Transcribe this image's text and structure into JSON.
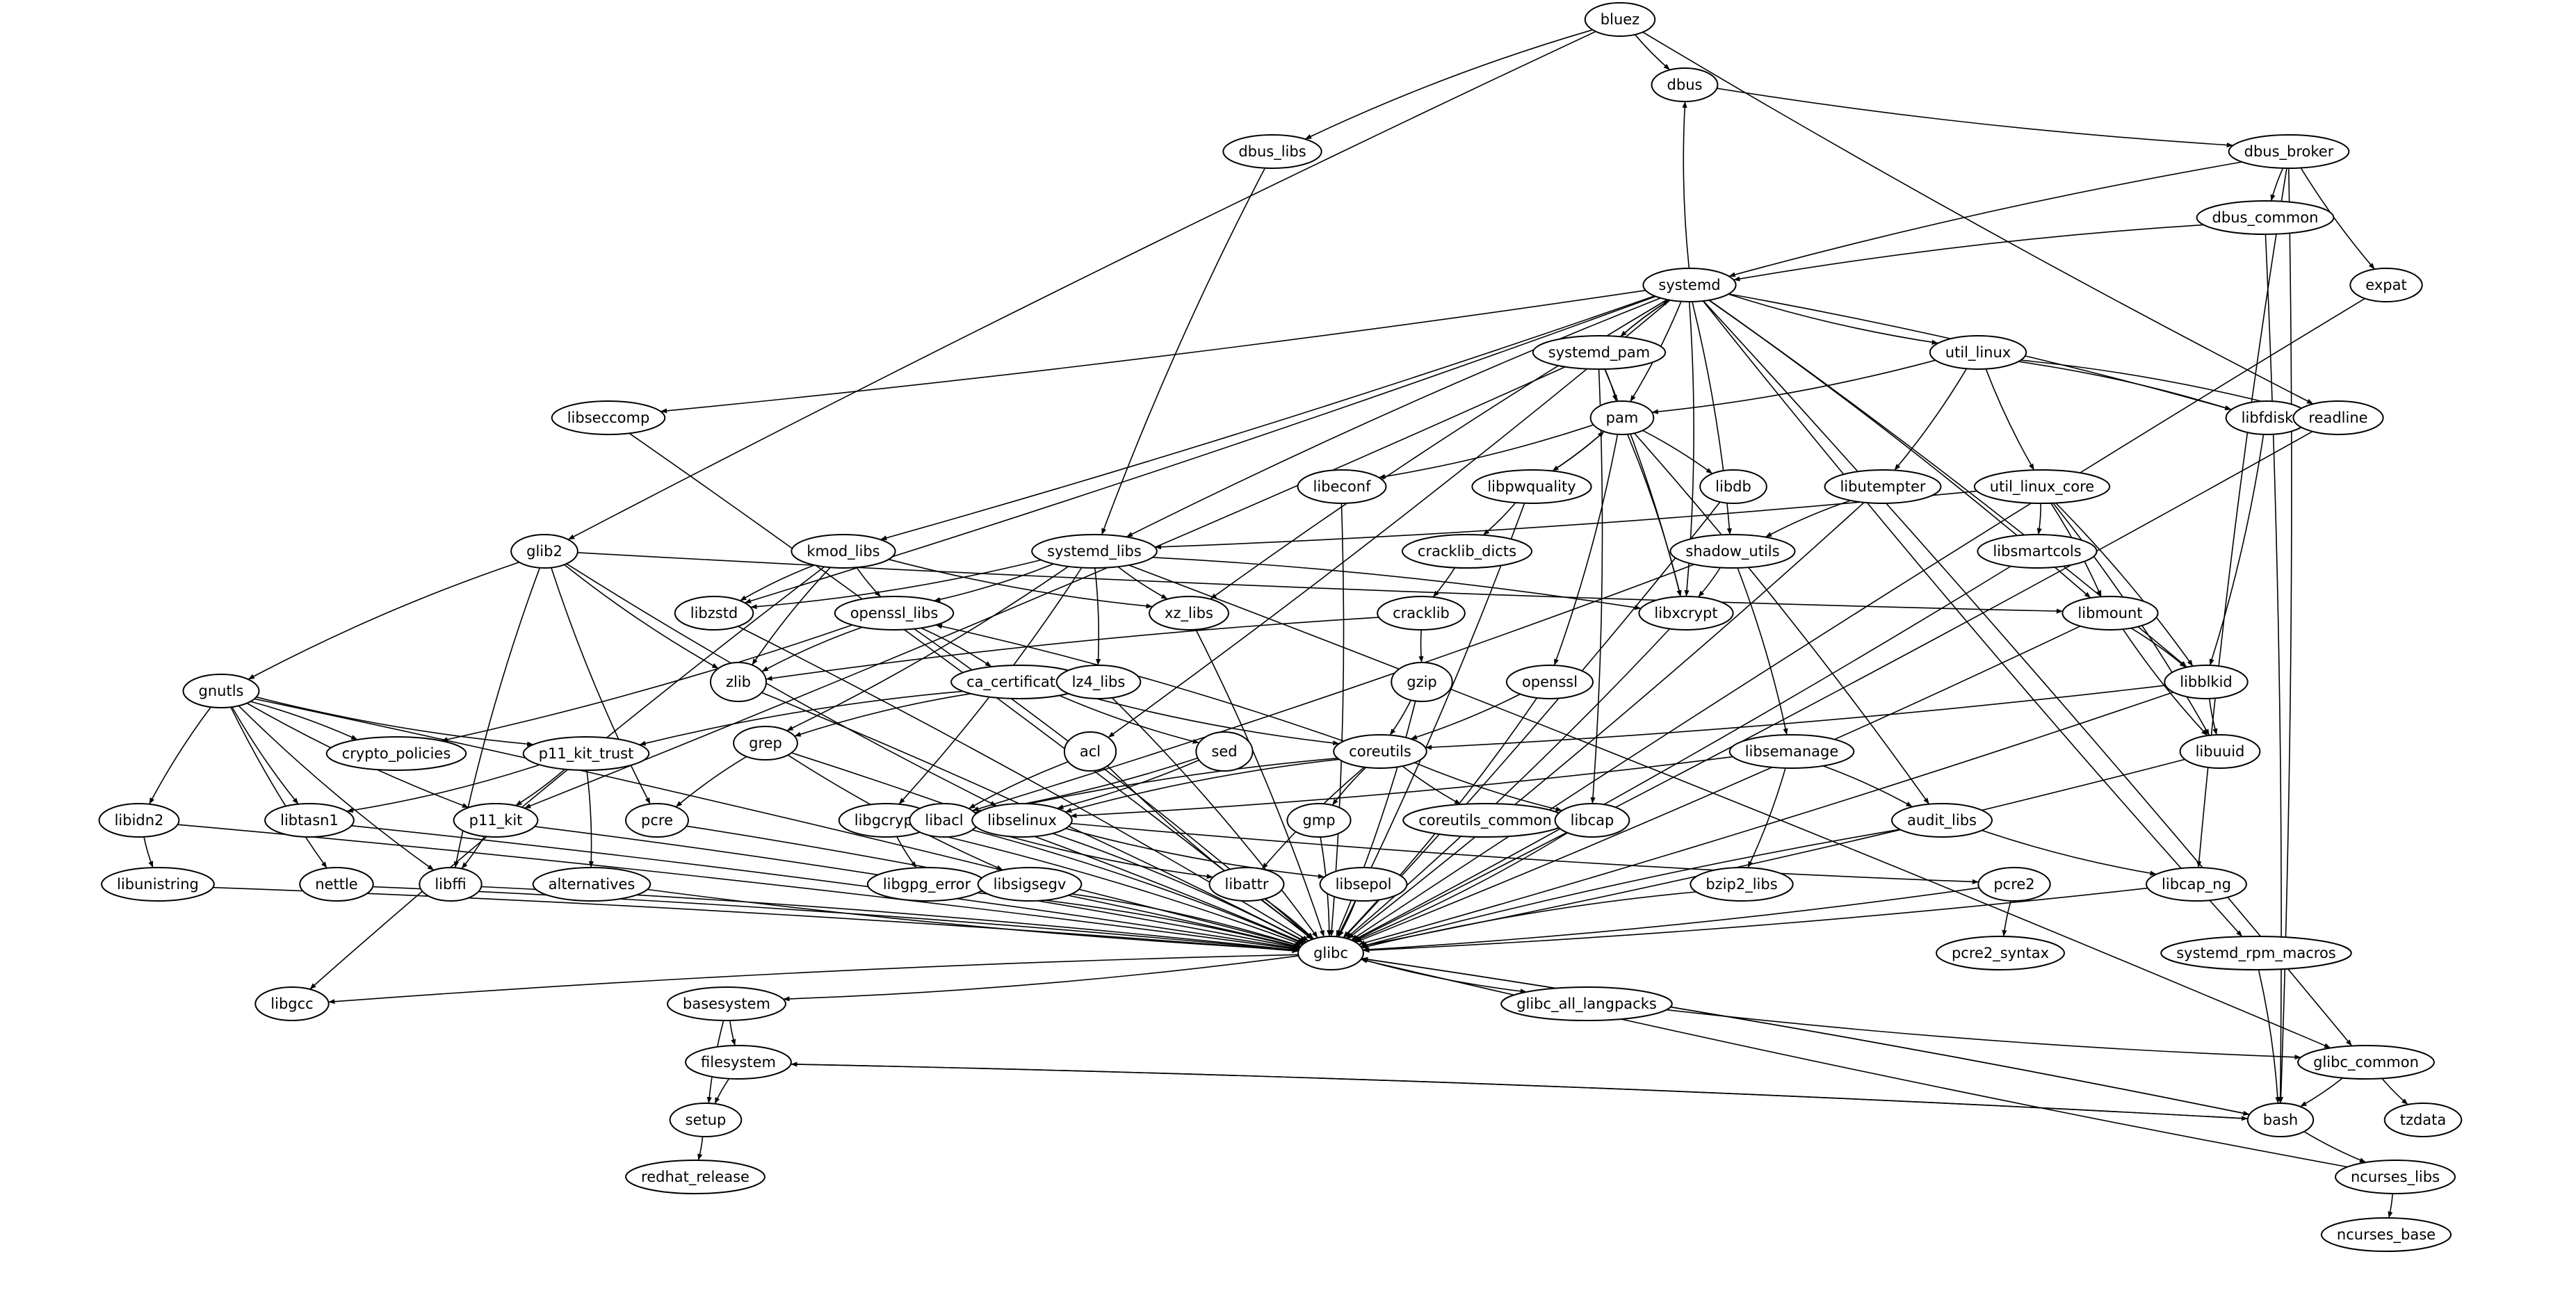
{
  "diagram": {
    "type": "directed-graph",
    "title": "",
    "nodes": [
      "bluez",
      "dbus",
      "dbus_libs",
      "dbus_broker",
      "dbus_common",
      "expat",
      "systemd",
      "systemd_pam",
      "util_linux",
      "libseccomp",
      "pam",
      "libfdisk",
      "readline",
      "libeconf",
      "libpwquality",
      "libdb",
      "libutempter",
      "util_linux_core",
      "glib2",
      "kmod_libs",
      "systemd_libs",
      "cracklib_dicts",
      "shadow_utils",
      "libsmartcols",
      "libzstd",
      "openssl_libs",
      "xz_libs",
      "cracklib",
      "libxcrypt",
      "libmount",
      "gnutls",
      "zlib",
      "ca_certificates",
      "lz4_libs",
      "gzip",
      "openssl",
      "libblkid",
      "crypto_policies",
      "p11_kit_trust",
      "grep",
      "acl",
      "sed",
      "coreutils",
      "libsemanage",
      "libuuid",
      "libidn2",
      "libtasn1",
      "p11_kit",
      "pcre",
      "libgcrypt",
      "libacl",
      "libselinux",
      "gmp",
      "coreutils_common",
      "libcap",
      "audit_libs",
      "libunistring",
      "nettle",
      "libffi",
      "alternatives",
      "libgpg_error",
      "libsigsegv",
      "libattr",
      "libsepol",
      "bzip2_libs",
      "pcre2",
      "libcap_ng",
      "glibc",
      "pcre2_syntax",
      "systemd_rpm_macros",
      "libgcc",
      "basesystem",
      "glibc_all_langpacks",
      "filesystem",
      "glibc_common",
      "setup",
      "bash",
      "tzdata",
      "redhat_release",
      "ncurses_libs",
      "ncurses_base"
    ],
    "edges": [
      [
        "bluez",
        "dbus"
      ],
      [
        "bluez",
        "dbus_libs"
      ],
      [
        "bluez",
        "glib2"
      ],
      [
        "bluez",
        "readline"
      ],
      [
        "dbus",
        "dbus_broker"
      ],
      [
        "systemd",
        "dbus"
      ],
      [
        "dbus_broker",
        "dbus_common"
      ],
      [
        "dbus_broker",
        "expat"
      ],
      [
        "dbus_broker",
        "systemd"
      ],
      [
        "dbus_broker",
        "libcap_ng"
      ],
      [
        "dbus_broker",
        "bash"
      ],
      [
        "dbus_common",
        "systemd"
      ],
      [
        "dbus_common",
        "bash"
      ],
      [
        "dbus_libs",
        "systemd_libs"
      ],
      [
        "expat",
        "glibc"
      ],
      [
        "systemd",
        "systemd_pam"
      ],
      [
        "systemd_pam",
        "systemd"
      ],
      [
        "systemd",
        "util_linux"
      ],
      [
        "systemd",
        "pam"
      ],
      [
        "systemd",
        "libseccomp"
      ],
      [
        "systemd",
        "kmod_libs"
      ],
      [
        "systemd",
        "systemd_libs"
      ],
      [
        "systemd",
        "libzstd"
      ],
      [
        "systemd",
        "xz_libs"
      ],
      [
        "systemd",
        "acl"
      ],
      [
        "systemd",
        "shadow_utils"
      ],
      [
        "systemd",
        "libxcrypt"
      ],
      [
        "systemd",
        "libmount"
      ],
      [
        "systemd",
        "libblkid"
      ],
      [
        "systemd",
        "libfdisk"
      ],
      [
        "systemd",
        "systemd_rpm_macros"
      ],
      [
        "systemd",
        "glibc_common"
      ],
      [
        "systemd_pam",
        "pam"
      ],
      [
        "systemd_pam",
        "libxcrypt"
      ],
      [
        "systemd_pam",
        "p11_kit"
      ],
      [
        "systemd_pam",
        "libcap"
      ],
      [
        "util_linux",
        "pam"
      ],
      [
        "util_linux",
        "libfdisk"
      ],
      [
        "util_linux",
        "readline"
      ],
      [
        "util_linux",
        "libutempter"
      ],
      [
        "util_linux",
        "util_linux_core"
      ],
      [
        "pam",
        "libeconf"
      ],
      [
        "pam",
        "libpwquality"
      ],
      [
        "libpwquality",
        "pam"
      ],
      [
        "pam",
        "libdb"
      ],
      [
        "pam",
        "libxcrypt"
      ],
      [
        "pam",
        "openssl"
      ],
      [
        "pam",
        "audit_libs"
      ],
      [
        "libpwquality",
        "cracklib_dicts"
      ],
      [
        "libpwquality",
        "glibc"
      ],
      [
        "cracklib_dicts",
        "cracklib"
      ],
      [
        "cracklib",
        "zlib"
      ],
      [
        "cracklib",
        "gzip"
      ],
      [
        "libutempter",
        "shadow_utils"
      ],
      [
        "libutempter",
        "glibc"
      ],
      [
        "util_linux_core",
        "systemd_libs"
      ],
      [
        "util_linux_core",
        "libsmartcols"
      ],
      [
        "util_linux_core",
        "libmount"
      ],
      [
        "util_linux_core",
        "libblkid"
      ],
      [
        "util_linux_core",
        "libuuid"
      ],
      [
        "shadow_utils",
        "libxcrypt"
      ],
      [
        "shadow_utils",
        "libsemanage"
      ],
      [
        "shadow_utils",
        "libacl"
      ],
      [
        "libfdisk",
        "libblkid"
      ],
      [
        "readline",
        "glibc"
      ],
      [
        "libdb",
        "glibc"
      ],
      [
        "libeconf",
        "glibc"
      ],
      [
        "libseccomp",
        "glibc"
      ],
      [
        "libsmartcols",
        "glibc"
      ],
      [
        "glib2",
        "gnutls"
      ],
      [
        "glib2",
        "zlib"
      ],
      [
        "glib2",
        "pcre"
      ],
      [
        "glib2",
        "libffi"
      ],
      [
        "glib2",
        "libmount"
      ],
      [
        "glib2",
        "libselinux"
      ],
      [
        "kmod_libs",
        "libzstd"
      ],
      [
        "kmod_libs",
        "openssl_libs"
      ],
      [
        "kmod_libs",
        "zlib"
      ],
      [
        "kmod_libs",
        "xz_libs"
      ],
      [
        "kmod_libs",
        "libgcc"
      ],
      [
        "systemd_libs",
        "libzstd"
      ],
      [
        "systemd_libs",
        "openssl_libs"
      ],
      [
        "systemd_libs",
        "xz_libs"
      ],
      [
        "systemd_libs",
        "lz4_libs"
      ],
      [
        "systemd_libs",
        "libgcrypt"
      ],
      [
        "systemd_libs",
        "libxcrypt"
      ],
      [
        "systemd_libs",
        "grep"
      ],
      [
        "systemd_libs",
        "glibc_common"
      ],
      [
        "openssl_libs",
        "zlib"
      ],
      [
        "openssl_libs",
        "ca_certificates"
      ],
      [
        "openssl_libs",
        "crypto_policies"
      ],
      [
        "openssl_libs",
        "glibc"
      ],
      [
        "ca_certificates",
        "p11_kit_trust"
      ],
      [
        "ca_certificates",
        "grep"
      ],
      [
        "ca_certificates",
        "sed"
      ],
      [
        "ca_certificates",
        "coreutils"
      ],
      [
        "coreutils",
        "openssl_libs"
      ],
      [
        "libmount",
        "libblkid"
      ],
      [
        "libmount",
        "libuuid"
      ],
      [
        "libmount",
        "glibc"
      ],
      [
        "libblkid",
        "libuuid"
      ],
      [
        "libblkid",
        "coreutils"
      ],
      [
        "libblkid",
        "glibc"
      ],
      [
        "gnutls",
        "crypto_policies"
      ],
      [
        "gnutls",
        "p11_kit_trust"
      ],
      [
        "gnutls",
        "libidn2"
      ],
      [
        "gnutls",
        "libtasn1"
      ],
      [
        "gnutls",
        "p11_kit"
      ],
      [
        "gnutls",
        "nettle"
      ],
      [
        "gnutls",
        "libffi"
      ],
      [
        "gnutls",
        "glibc"
      ],
      [
        "p11_kit_trust",
        "libtasn1"
      ],
      [
        "p11_kit_trust",
        "p11_kit"
      ],
      [
        "p11_kit_trust",
        "alternatives"
      ],
      [
        "grep",
        "pcre"
      ],
      [
        "grep",
        "libsigsegv"
      ],
      [
        "grep",
        "glibc"
      ],
      [
        "gzip",
        "coreutils"
      ],
      [
        "gzip",
        "glibc"
      ],
      [
        "openssl",
        "coreutils"
      ],
      [
        "openssl",
        "glibc"
      ],
      [
        "acl",
        "libacl"
      ],
      [
        "acl",
        "glibc"
      ],
      [
        "sed",
        "libacl"
      ],
      [
        "sed",
        "libselinux"
      ],
      [
        "coreutils",
        "libacl"
      ],
      [
        "coreutils",
        "libselinux"
      ],
      [
        "coreutils",
        "gmp"
      ],
      [
        "coreutils",
        "coreutils_common"
      ],
      [
        "coreutils",
        "libcap"
      ],
      [
        "coreutils",
        "libattr"
      ],
      [
        "libsemanage",
        "libselinux"
      ],
      [
        "libsemanage",
        "audit_libs"
      ],
      [
        "libsemanage",
        "bzip2_libs"
      ],
      [
        "libidn2",
        "libunistring"
      ],
      [
        "libidn2",
        "glibc"
      ],
      [
        "libtasn1",
        "glibc"
      ],
      [
        "p11_kit",
        "libffi"
      ],
      [
        "p11_kit",
        "glibc"
      ],
      [
        "pcre",
        "glibc"
      ],
      [
        "libgcrypt",
        "libgpg_error"
      ],
      [
        "libgcrypt",
        "glibc"
      ],
      [
        "libacl",
        "libattr"
      ],
      [
        "libacl",
        "glibc"
      ],
      [
        "libselinux",
        "libsepol"
      ],
      [
        "libselinux",
        "pcre2"
      ],
      [
        "libselinux",
        "glibc"
      ],
      [
        "gmp",
        "glibc"
      ],
      [
        "libcap",
        "glibc"
      ],
      [
        "audit_libs",
        "libcap_ng"
      ],
      [
        "audit_libs",
        "glibc"
      ],
      [
        "libunistring",
        "glibc"
      ],
      [
        "nettle",
        "glibc"
      ],
      [
        "libffi",
        "glibc"
      ],
      [
        "alternatives",
        "glibc"
      ],
      [
        "libgpg_error",
        "glibc"
      ],
      [
        "libsigsegv",
        "glibc"
      ],
      [
        "libattr",
        "glibc"
      ],
      [
        "libsepol",
        "glibc"
      ],
      [
        "bzip2_libs",
        "glibc"
      ],
      [
        "pcre2",
        "pcre2_syntax"
      ],
      [
        "pcre2",
        "glibc"
      ],
      [
        "libcap_ng",
        "glibc"
      ],
      [
        "libuuid",
        "glibc"
      ],
      [
        "xz_libs",
        "glibc"
      ],
      [
        "lz4_libs",
        "glibc"
      ],
      [
        "zlib",
        "glibc"
      ],
      [
        "libzstd",
        "glibc"
      ],
      [
        "libxcrypt",
        "glibc"
      ],
      [
        "glibc",
        "libgcc"
      ],
      [
        "glibc",
        "basesystem"
      ],
      [
        "glibc",
        "glibc_all_langpacks"
      ],
      [
        "glibc",
        "bash"
      ],
      [
        "bash",
        "glibc"
      ],
      [
        "bash",
        "filesystem"
      ],
      [
        "filesystem",
        "bash"
      ],
      [
        "bash",
        "ncurses_libs"
      ],
      [
        "basesystem",
        "filesystem"
      ],
      [
        "basesystem",
        "setup"
      ],
      [
        "filesystem",
        "setup"
      ],
      [
        "setup",
        "redhat_release"
      ],
      [
        "glibc_all_langpacks",
        "glibc_common"
      ],
      [
        "glibc_common",
        "bash"
      ],
      [
        "glibc_common",
        "tzdata"
      ],
      [
        "systemd_rpm_macros",
        "bash"
      ],
      [
        "ncurses_libs",
        "ncurses_base"
      ],
      [
        "ncurses_libs",
        "glibc"
      ]
    ]
  }
}
